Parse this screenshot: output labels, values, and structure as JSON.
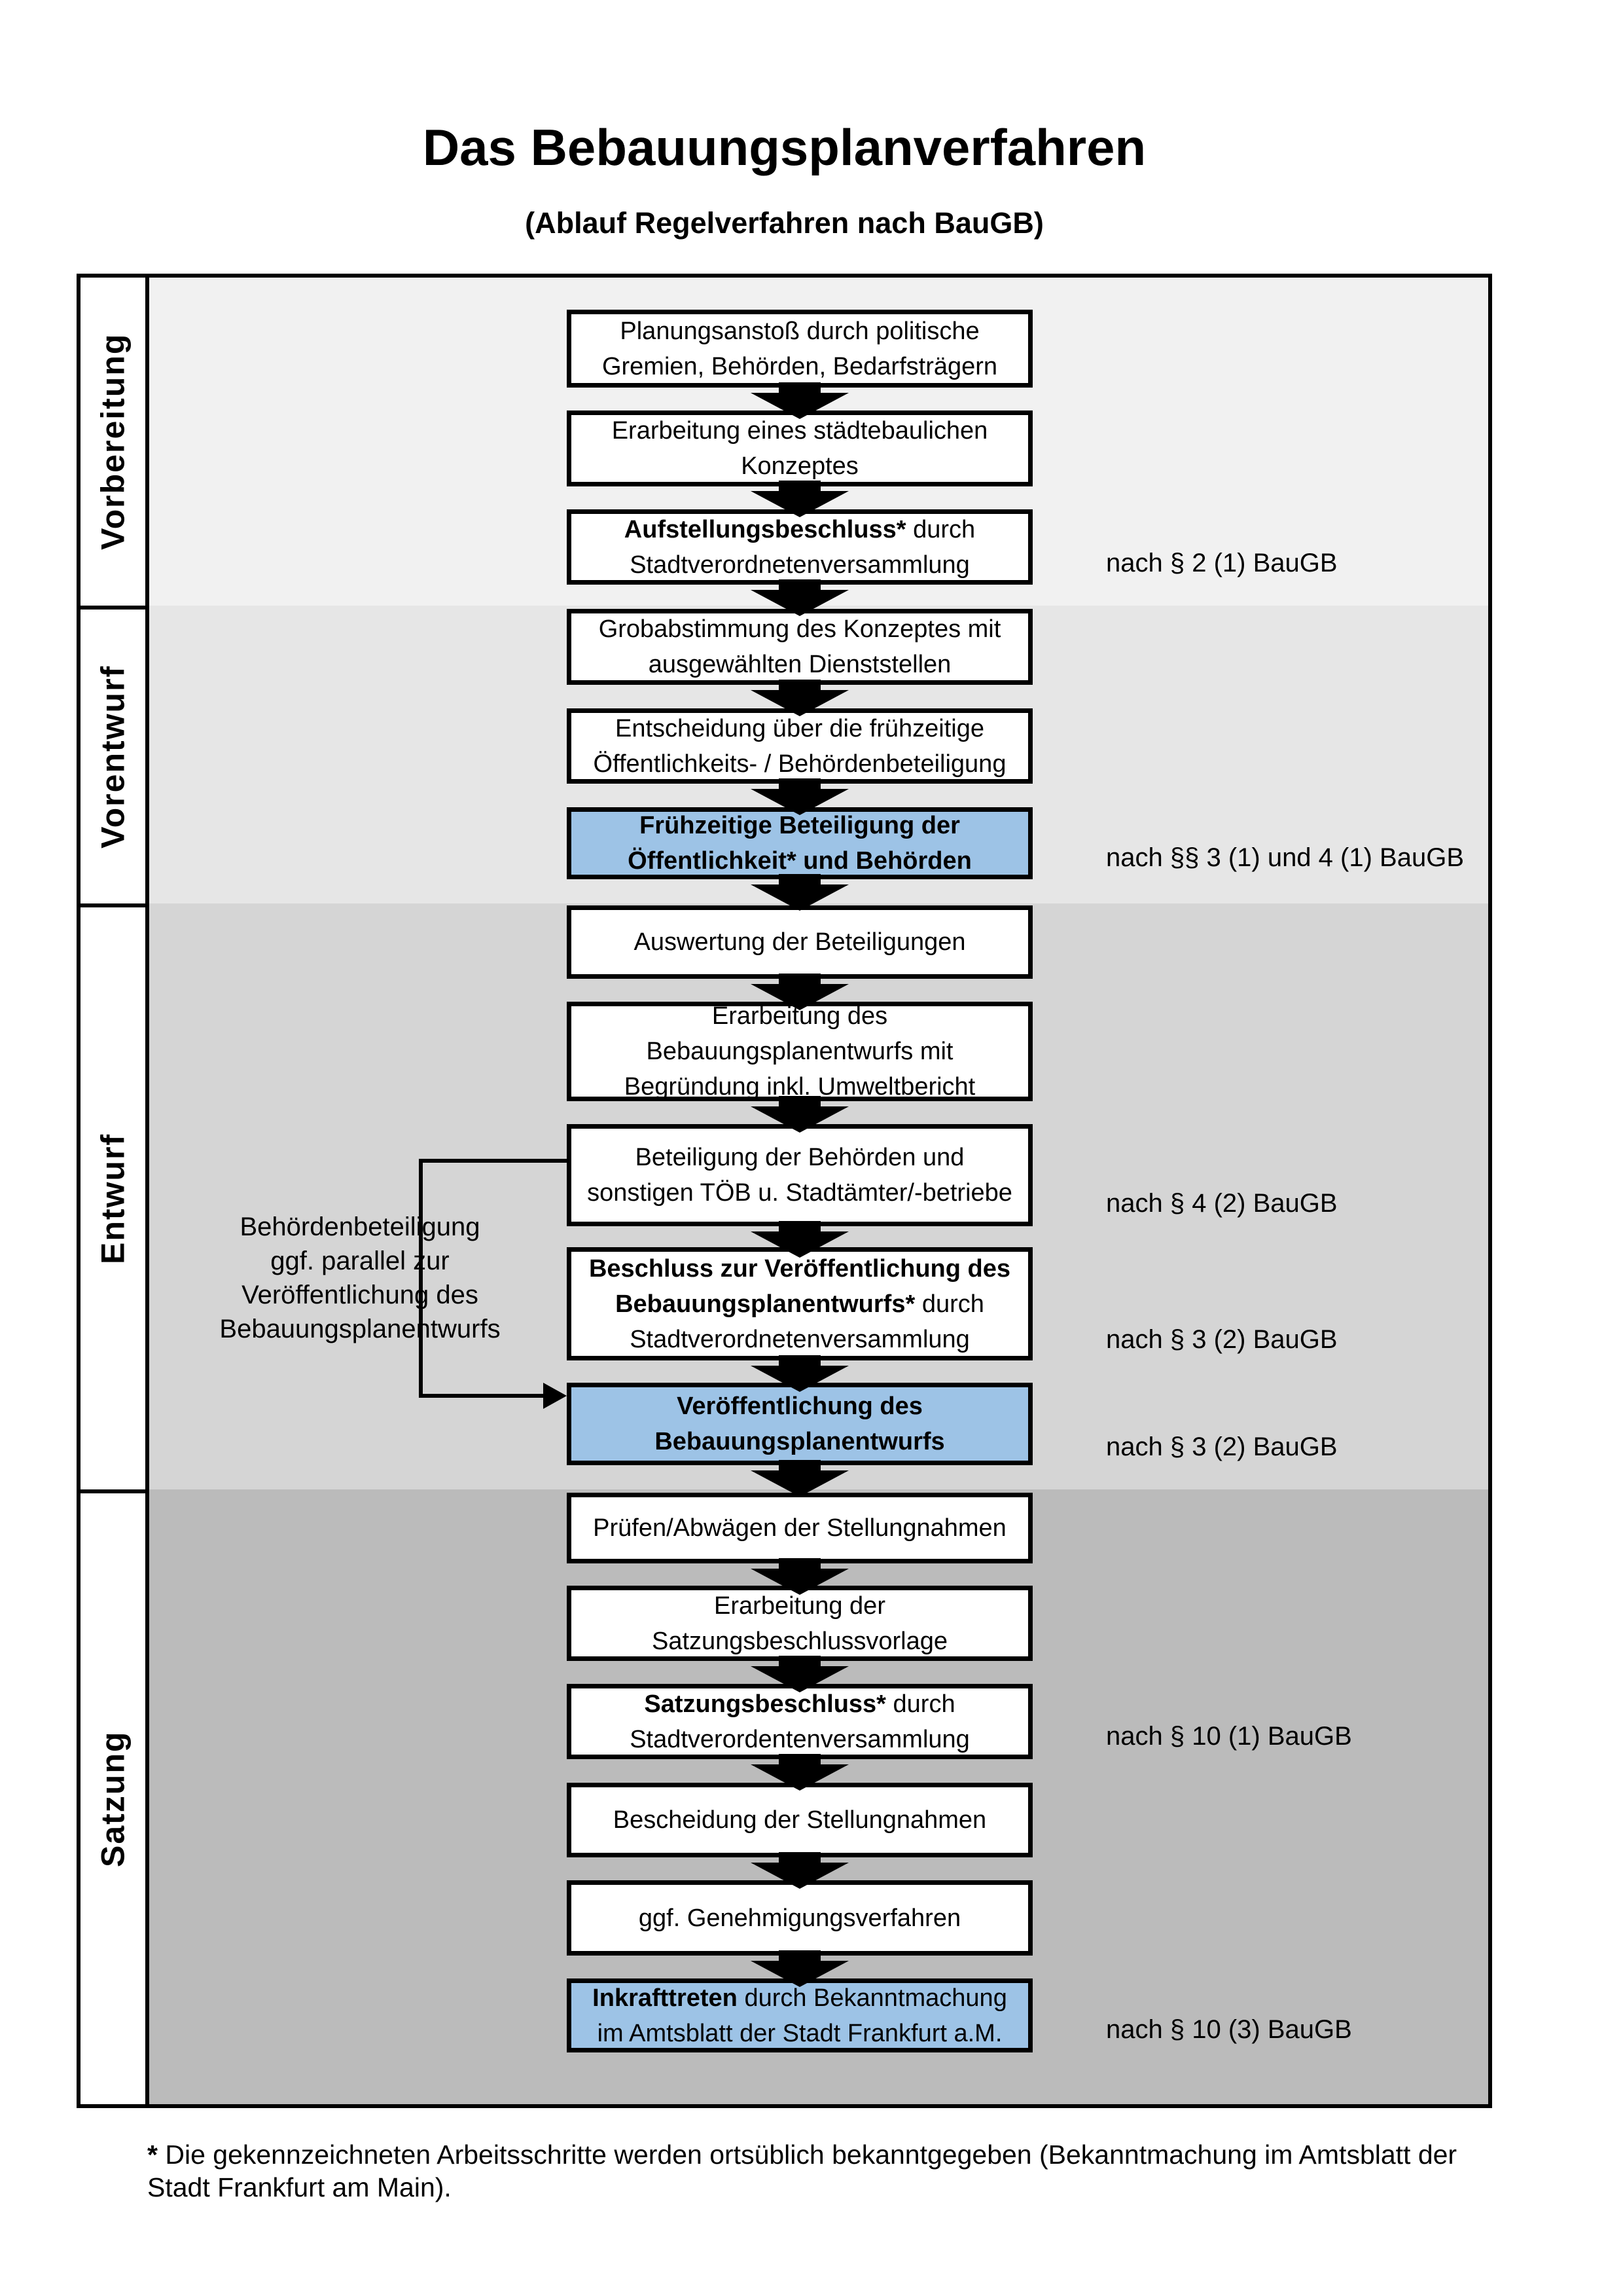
{
  "title": "Das Bebauungsplanverfahren",
  "subtitle": "(Ablauf Regelverfahren nach BauGB)",
  "phases": {
    "p1": "Vorbereitung",
    "p2": "Vorentwurf",
    "p3": "Entwurf",
    "p4": "Satzung"
  },
  "boxes": {
    "b1": {
      "l1": "Planungsanstoß durch politische",
      "l2": "Gremien, Behörden, Bedarfsträgern"
    },
    "b2": {
      "l1": "Erarbeitung eines städtebaulichen",
      "l2": "Konzeptes"
    },
    "b3": {
      "l1b": "Aufstellungsbeschluss*",
      "l1r": " durch",
      "l2": "Stadtverordnetenversammlung"
    },
    "b4": {
      "l1": "Grobabstimmung des Konzeptes mit",
      "l2": "ausgewählten Dienststellen"
    },
    "b5": {
      "l1": "Entscheidung über die frühzeitige",
      "l2": "Öffentlichkeits- / Behördenbeteiligung"
    },
    "b6": {
      "l1": "Frühzeitige Beteiligung der",
      "l2": "Öffentlichkeit* und Behörden"
    },
    "b7": {
      "l1": "Auswertung der Beteiligungen"
    },
    "b8": {
      "l1": "Erarbeitung des",
      "l2": "Bebauungsplanentwurfs mit",
      "l3": "Begründung inkl. Umweltbericht"
    },
    "b9": {
      "l1": "Beteiligung der Behörden und",
      "l2": "sonstigen TÖB u. Stadtämter/-betriebe"
    },
    "b10": {
      "l1b": "Beschluss zur Veröffentlichung des",
      "l2b": "Bebauungsplanentwurfs*",
      "l2r": " durch",
      "l3": "Stadtverordnetenversammlung"
    },
    "b11": {
      "l1": "Veröffentlichung des",
      "l2": "Bebauungsplanentwurfs"
    },
    "b12": {
      "l1": "Prüfen/Abwägen der Stellungnahmen"
    },
    "b13": {
      "l1": "Erarbeitung der",
      "l2": "Satzungsbeschlussvorlage"
    },
    "b14": {
      "l1b": "Satzungsbeschluss*",
      "l1r": " durch",
      "l2": "Stadtverordentenversammlung"
    },
    "b15": {
      "l1": "Bescheidung der Stellungnahmen"
    },
    "b16": {
      "l1": "ggf. Genehmigungsverfahren"
    },
    "b17": {
      "l1b": "Inkrafttreten",
      "l1r": " durch Bekanntmachung",
      "l2": "im Amtsblatt der Stadt Frankfurt a.M."
    }
  },
  "notes": {
    "n1": "nach § 2 (1) BauGB",
    "n2": "nach §§ 3 (1) und 4 (1) BauGB",
    "n3": "nach § 4 (2) BauGB",
    "n4": "nach § 3 (2) BauGB",
    "n5": "nach § 3 (2) BauGB",
    "n6": "nach § 10 (1) BauGB",
    "n7": "nach § 10 (3) BauGB"
  },
  "annotation": {
    "l1": "Behördenbeteiligung",
    "l2": "ggf. parallel zur",
    "l3": "Veröffentlichung des",
    "l4": "Bebauungsplanentwurfs"
  },
  "footnote": {
    "star": "*",
    "text": " Die gekennzeichneten Arbeitsschritte werden ortsüblich bekanntgegeben (Bekanntmachung im Amtsblatt  der Stadt Frankfurt am Main)."
  },
  "colors": {
    "highlight_blue": "#9dc3e6",
    "phase_bg_vorbereitung": "#f1f1f1",
    "phase_bg_vorentwurf": "#e6e6e6",
    "phase_bg_entwurf": "#d5d5d5",
    "phase_bg_satzung": "#bbbbbb",
    "line_black": "#000000"
  }
}
